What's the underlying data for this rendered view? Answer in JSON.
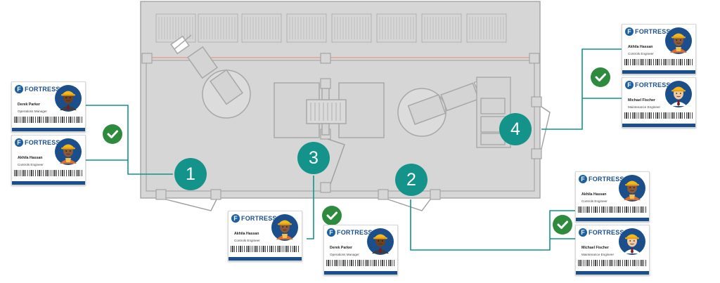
{
  "brand": {
    "name": "FORTRESS",
    "logo_letter": "F",
    "colors": {
      "teal": "#14938a",
      "navy": "#1b4f8c",
      "check": "#2e8b3e",
      "floor": "#d9d9d9",
      "laser": "#e8968c"
    }
  },
  "markers": [
    {
      "id": "marker-1",
      "label": "1"
    },
    {
      "id": "marker-2",
      "label": "2"
    },
    {
      "id": "marker-3",
      "label": "3"
    },
    {
      "id": "marker-4",
      "label": "4"
    }
  ],
  "badges": [
    {
      "id": "badge-derek-left",
      "name": "Derek Parker",
      "role": "Operations Manager",
      "portrait": "derek"
    },
    {
      "id": "badge-akhila-left",
      "name": "Akhila Hassan",
      "role": "Controls Engineer",
      "portrait": "akhila"
    },
    {
      "id": "badge-akhila-bottom",
      "name": "Akhila Hassan",
      "role": "Controls Engineer",
      "portrait": "akhila"
    },
    {
      "id": "badge-derek-bottom",
      "name": "Derek Parker",
      "role": "Operations Manager",
      "portrait": "derek"
    },
    {
      "id": "badge-akhila-right-top",
      "name": "Akhila Hassan",
      "role": "Controls Engineer",
      "portrait": "akhila"
    },
    {
      "id": "badge-michael-right-top",
      "name": "Michael Fischer",
      "role": "Maintenance Engineer",
      "portrait": "michael"
    },
    {
      "id": "badge-akhila-right-bottom",
      "name": "Akhila Hassan",
      "role": "Controls Engineer",
      "portrait": "akhila"
    },
    {
      "id": "badge-michael-right-bottom",
      "name": "Michael Fischer",
      "role": "Maintenance Engineer",
      "portrait": "michael"
    }
  ],
  "checks": [
    {
      "id": "check-left",
      "icon": "checkmark-icon"
    },
    {
      "id": "check-bottom",
      "icon": "checkmark-icon"
    },
    {
      "id": "check-right-top",
      "icon": "checkmark-icon"
    },
    {
      "id": "check-right-bottom",
      "icon": "checkmark-icon"
    }
  ]
}
